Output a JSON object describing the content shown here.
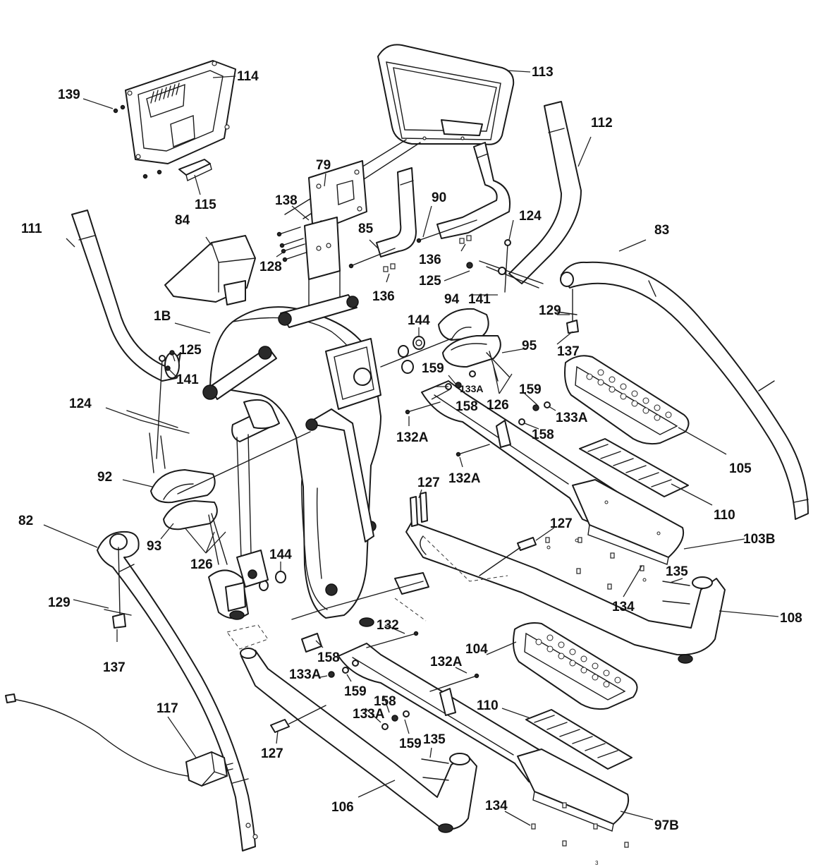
{
  "colors": {
    "line": "#1a1a1a",
    "background": "#ffffff"
  },
  "labels": {
    "l114": "114",
    "l113": "113",
    "l139": "139",
    "l112": "112",
    "l79": "79",
    "l115": "115",
    "l138": "138",
    "l90": "90",
    "l124a": "124",
    "l111": "111",
    "l84": "84",
    "l85": "85",
    "l83": "83",
    "l128": "128",
    "l136a": "136",
    "l125a": "125",
    "l136b": "136",
    "l94": "94",
    "l141a": "141",
    "l1b": "1B",
    "l129a": "129",
    "l144a": "144",
    "l125b": "125",
    "l137a": "137",
    "l95": "95",
    "l141b": "141",
    "l159a": "159",
    "l133a1": "133A",
    "l159b": "159",
    "l126a": "126",
    "l124b": "124",
    "l158a": "158",
    "l133a2": "133A",
    "l132a1": "132A",
    "l158b": "158",
    "l105": "105",
    "l92": "92",
    "l132a2": "132A",
    "l127a": "127",
    "l110a": "110",
    "l82": "82",
    "l127b": "127",
    "l103b": "103B",
    "l93": "93",
    "l126b": "126",
    "l144b": "144",
    "l135a": "135",
    "l134a": "134",
    "l129b": "129",
    "l108": "108",
    "l132": "132",
    "l137b": "137",
    "l158c": "158",
    "l104": "104",
    "l132a3": "132A",
    "l133a3": "133A",
    "l159c": "159",
    "l117": "117",
    "l158d": "158",
    "l133a4": "133A",
    "l110b": "110",
    "l127c": "127",
    "l159d": "159",
    "l135b": "135",
    "l106": "106",
    "l134b": "134",
    "l97b": "97B",
    "page": "3"
  }
}
